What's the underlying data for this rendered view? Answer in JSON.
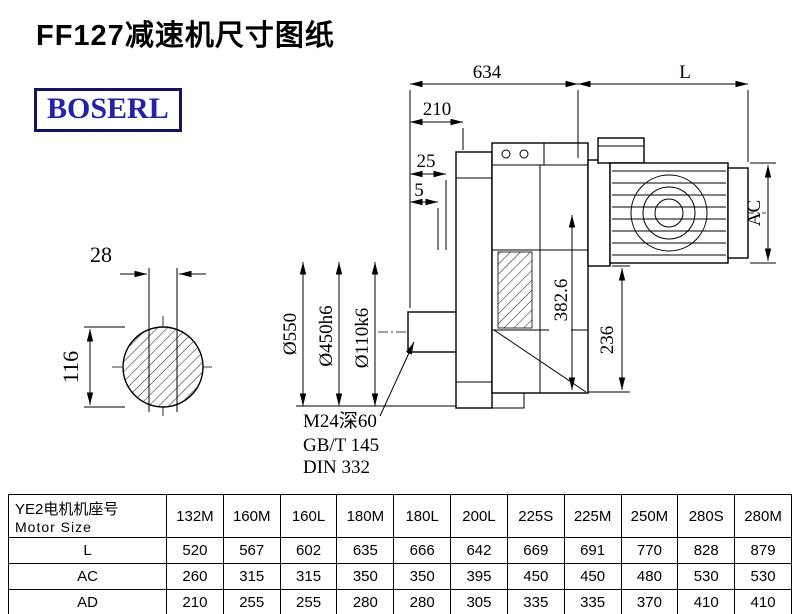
{
  "page": {
    "title": "FF127减速机尺寸图纸",
    "brand": "BOSERL"
  },
  "drawing": {
    "dims": {
      "overall_634": "634",
      "motor_L": "L",
      "offset_210": "210",
      "offset_25": "25",
      "offset_5": "5",
      "key_28": "28",
      "shaft_116": "116",
      "flange_od": "Ø550",
      "spigot": "Ø450h6",
      "shaft_dia": "Ø110k6",
      "height_382_6": "382.6",
      "height_236": "236",
      "motor_ac": "AC"
    },
    "notes": {
      "tap": "M24深60",
      "std1": "GB/T 145",
      "std2": "DIN 332"
    }
  },
  "table": {
    "row_header_cn": "YE2电机机座号",
    "row_header_en": "Motor Size",
    "columns": [
      "132M",
      "160M",
      "160L",
      "180M",
      "180L",
      "200L",
      "225S",
      "225M",
      "250M",
      "280S",
      "280M"
    ],
    "rows": [
      {
        "label": "L",
        "values": [
          "520",
          "567",
          "602",
          "635",
          "666",
          "642",
          "669",
          "691",
          "770",
          "828",
          "879"
        ]
      },
      {
        "label": "AC",
        "values": [
          "260",
          "315",
          "315",
          "350",
          "350",
          "395",
          "450",
          "450",
          "480",
          "530",
          "530"
        ]
      },
      {
        "label": "AD",
        "values": [
          "210",
          "255",
          "255",
          "280",
          "280",
          "305",
          "335",
          "335",
          "370",
          "410",
          "410"
        ]
      }
    ]
  }
}
